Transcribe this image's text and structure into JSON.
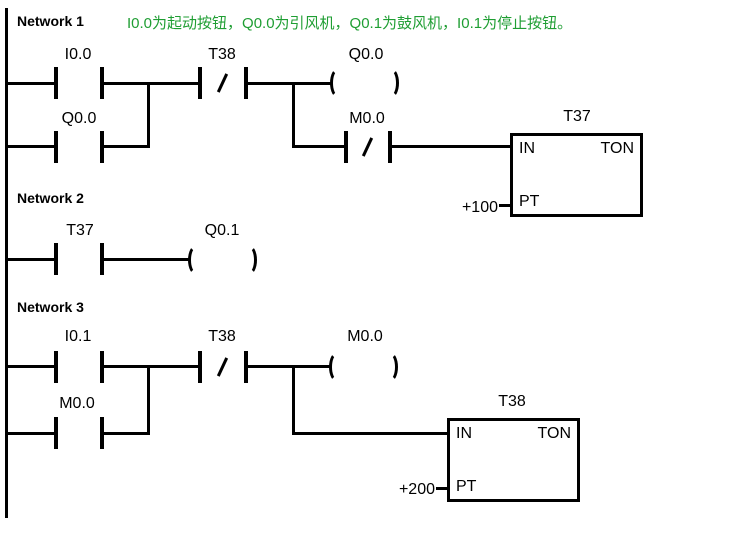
{
  "colors": {
    "wire": "#000000",
    "background": "#ffffff",
    "comment_green": "#1f9e33"
  },
  "networks": [
    {
      "label": "Network 1",
      "comment": "I0.0为起动按钮，Q0.0为引风机，Q0.1为鼓风机，I0.1为停止按钮。",
      "contacts": {
        "start": "I0.0",
        "seal": "Q0.0",
        "timer_nc": "T38",
        "aux_nc": "M0.0"
      },
      "coil": "Q0.0",
      "timer": {
        "name": "T37",
        "in_label": "IN",
        "type": "TON",
        "pt_label": "PT",
        "preset": "+100"
      }
    },
    {
      "label": "Network 2",
      "contacts": {
        "timer_done": "T37"
      },
      "coil": "Q0.1"
    },
    {
      "label": "Network 3",
      "contacts": {
        "stop": "I0.1",
        "seal": "M0.0",
        "timer_nc": "T38"
      },
      "coil": "M0.0",
      "timer": {
        "name": "T38",
        "in_label": "IN",
        "type": "TON",
        "pt_label": "PT",
        "preset": "+200"
      }
    }
  ]
}
